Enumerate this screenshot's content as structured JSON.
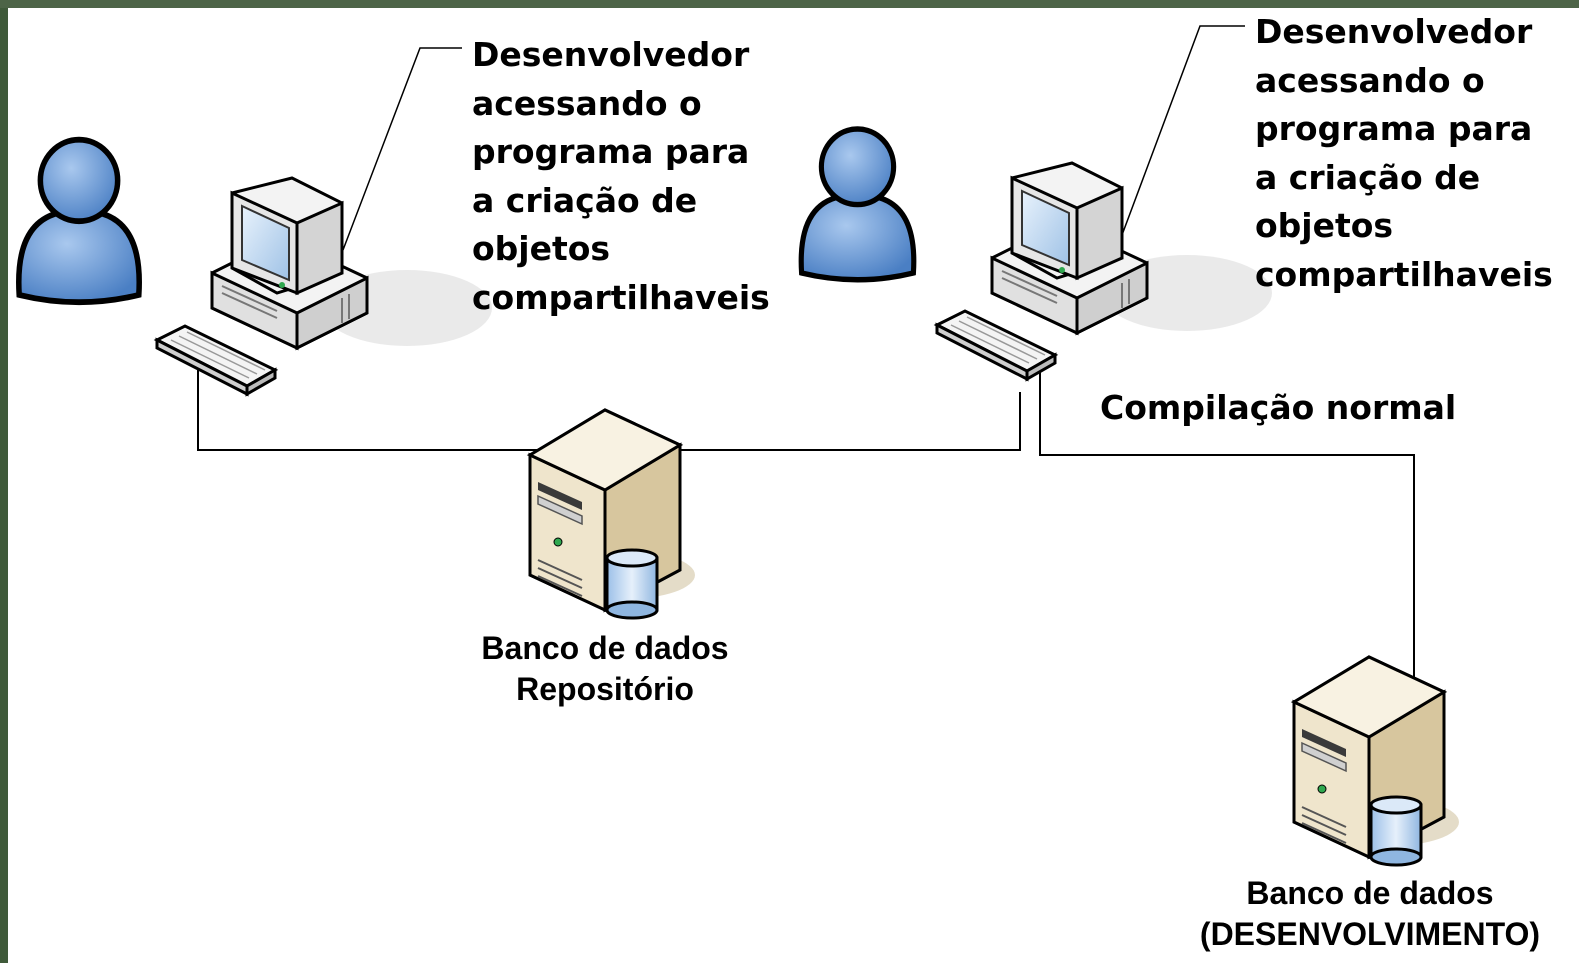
{
  "diagram": {
    "callout_left": {
      "lines": [
        "Desenvolvedor",
        "acessando o",
        "programa para",
        "a criação de",
        "objetos",
        "compartilhaveis"
      ]
    },
    "callout_right": {
      "lines": [
        "Desenvolvedor",
        "acessando o",
        "programa para",
        "a criação de",
        "objetos",
        "compartilhaveis"
      ]
    },
    "compile_label": "Compilação normal",
    "server_repository": {
      "lines": [
        "Banco de dados",
        "Repositório"
      ]
    },
    "server_development": {
      "lines": [
        "Banco de dados",
        "(DESENVOLVIMENTO)"
      ]
    }
  },
  "colors": {
    "user_fill": "#5b8fcf",
    "user_stroke": "#000000",
    "monitor_screen": "#cfe2f5",
    "computer_body": "#f2f2f2",
    "server_body": "#e8dcc0",
    "cylinder": "#b8d4f0",
    "connector": "#000000",
    "background_strip": "#3f5a3a"
  },
  "icons": [
    "user-icon",
    "computer-icon",
    "keyboard-icon",
    "server-icon",
    "database-icon"
  ]
}
